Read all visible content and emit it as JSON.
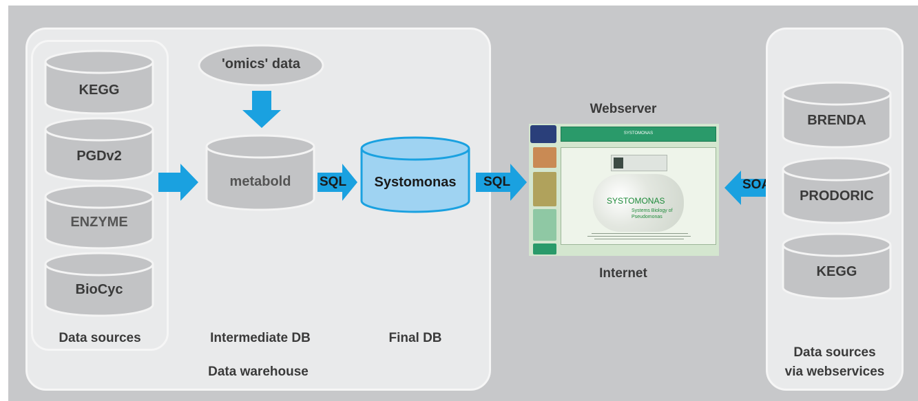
{
  "colors": {
    "background": "#c7c8ca",
    "panel": "#e9eaeb",
    "cylinder_gray": "#c2c3c5",
    "cylinder_blue": "#9fd3f2",
    "arrow_blue": "#1aa1e0",
    "text": "#3a3a3a"
  },
  "data_warehouse": {
    "label": "Data warehouse",
    "data_sources": {
      "label": "Data sources",
      "items": [
        "KEGG",
        "PGDv2",
        "ENZYME",
        "BioCyc"
      ]
    },
    "intermediate_db": {
      "label": "Intermediate DB",
      "name": "metabold",
      "input": "'omics' data"
    },
    "final_db": {
      "label": "Final DB",
      "name": "Systomonas"
    },
    "connector_1": "SQL"
  },
  "webserver": {
    "top_label": "Webserver",
    "bottom_label": "Internet",
    "connector_in": "SQL",
    "connector_out": "SOAP",
    "screenshot": {
      "header_text": "SYSTOMONAS",
      "site_name": "SYSTOMONAS",
      "site_subtitle_1": "Systems Biology of",
      "site_subtitle_2": "Pseudomonas"
    }
  },
  "external_sources": {
    "label_line1": "Data sources",
    "label_line2": "via webservices",
    "items": [
      "BRENDA",
      "PRODORIC",
      "KEGG"
    ]
  }
}
